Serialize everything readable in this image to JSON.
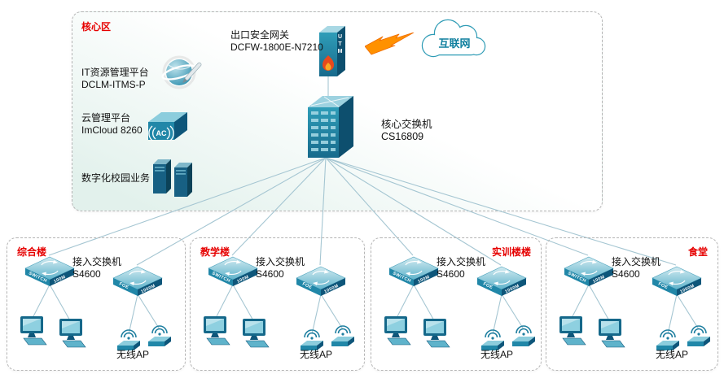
{
  "core": {
    "label": "核心区",
    "gateway_line1": "出口安全网关",
    "gateway_line2": "DCFW-1800E-N7210",
    "utm_label": "UTM",
    "internet_label": "互联网",
    "it_platform_line1": "IT资源管理平台",
    "it_platform_line2": "DCLM-ITMS-P",
    "cloud_platform_line1": "云管理平台",
    "cloud_platform_line2": "ImCloud 8260",
    "ac_label": "AC",
    "campus_service_label": "数字化校园业务",
    "core_switch_line1": "核心交换机",
    "core_switch_line2": "CS16809"
  },
  "switch_marks": {
    "access_top": "SWITCH",
    "access_speed": "100M",
    "fiber_top": "FOE",
    "fiber_speed": "1000M"
  },
  "buildings": [
    {
      "label": "综合楼",
      "access_line1": "接入交换机",
      "access_line2": "S4600",
      "ap_label": "无线AP"
    },
    {
      "label": "教学楼",
      "access_line1": "接入交换机",
      "access_line2": "S4600",
      "ap_label": "无线AP"
    },
    {
      "label": "实训楼楼",
      "access_line1": "接入交换机",
      "access_line2": "S4600",
      "ap_label": "无线AP"
    },
    {
      "label": "食堂",
      "access_line1": "接入交换机",
      "access_line2": "S4600",
      "ap_label": "无线AP"
    }
  ],
  "colors": {
    "accent_red": "#e60000",
    "device_teal": "#2187a8",
    "device_dark": "#0e567a",
    "device_light": "#8ccddd",
    "wire": "#a5c6d2",
    "lightning_orange": "#ff9100",
    "cloud_stroke": "#2e9bb5"
  }
}
